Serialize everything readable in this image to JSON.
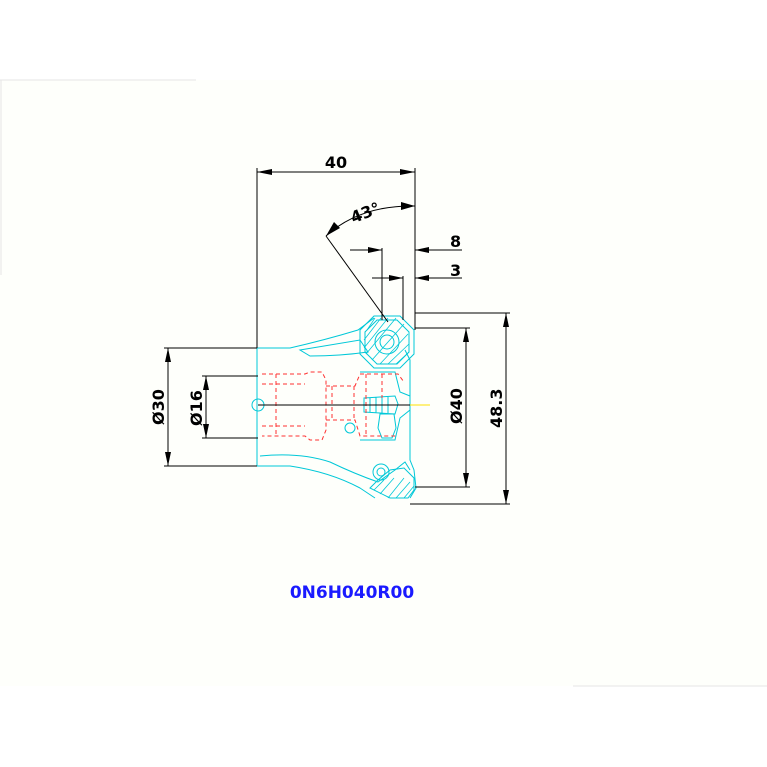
{
  "dimensions": {
    "overall_length": "40",
    "angle": "43°",
    "offset_8": "8",
    "offset_3": "3",
    "dia_30": "Ø30",
    "dia_16": "Ø16",
    "dia_40": "Ø40",
    "height_48_3": "48.3"
  },
  "part_number": "0N6H040R00",
  "colors": {
    "outline": "#00c8d8",
    "hidden_lines": "#ff3030",
    "dimension_lines": "#000000",
    "part_number_text": "#1a1aff"
  }
}
